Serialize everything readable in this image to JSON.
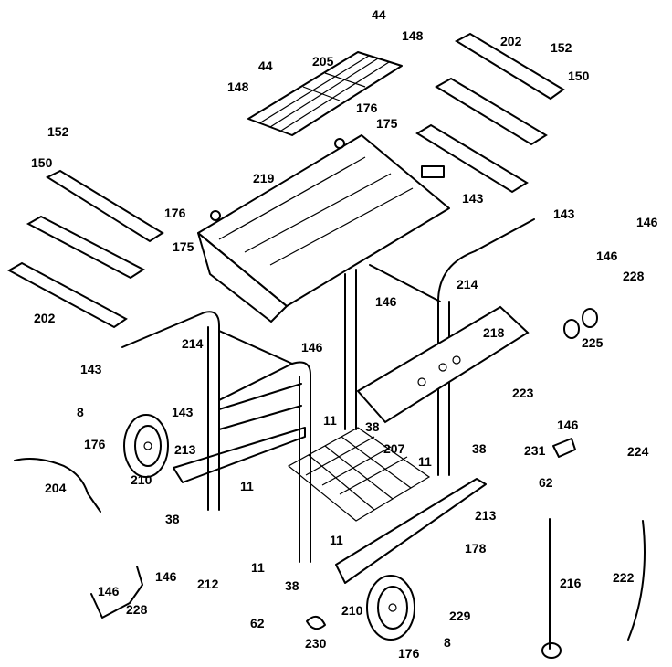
{
  "diagram": {
    "labels": [
      {
        "id": "l44a",
        "text": "44"
      },
      {
        "id": "l148a",
        "text": "148"
      },
      {
        "id": "l202a",
        "text": "202"
      },
      {
        "id": "l152a",
        "text": "152"
      },
      {
        "id": "l150a",
        "text": "150"
      },
      {
        "id": "l44b",
        "text": "44"
      },
      {
        "id": "l205",
        "text": "205"
      },
      {
        "id": "l148b",
        "text": "148"
      },
      {
        "id": "l176a",
        "text": "176"
      },
      {
        "id": "l175a",
        "text": "175"
      },
      {
        "id": "l152b",
        "text": "152"
      },
      {
        "id": "l150b",
        "text": "150"
      },
      {
        "id": "l219",
        "text": "219"
      },
      {
        "id": "l143a",
        "text": "143"
      },
      {
        "id": "l176b",
        "text": "176"
      },
      {
        "id": "l143b",
        "text": "143"
      },
      {
        "id": "l146a",
        "text": "146"
      },
      {
        "id": "l175b",
        "text": "175"
      },
      {
        "id": "l146b",
        "text": "146"
      },
      {
        "id": "l228a",
        "text": "228"
      },
      {
        "id": "l214a",
        "text": "214"
      },
      {
        "id": "l146c",
        "text": "146"
      },
      {
        "id": "l202b",
        "text": "202"
      },
      {
        "id": "l218",
        "text": "218"
      },
      {
        "id": "l225",
        "text": "225"
      },
      {
        "id": "l214b",
        "text": "214"
      },
      {
        "id": "l146d",
        "text": "146"
      },
      {
        "id": "l143c",
        "text": "143"
      },
      {
        "id": "l223",
        "text": "223"
      },
      {
        "id": "l8a",
        "text": "8"
      },
      {
        "id": "l143d",
        "text": "143"
      },
      {
        "id": "l11a",
        "text": "11"
      },
      {
        "id": "l38a",
        "text": "38"
      },
      {
        "id": "l146e",
        "text": "146"
      },
      {
        "id": "l176c",
        "text": "176"
      },
      {
        "id": "l213a",
        "text": "213"
      },
      {
        "id": "l207",
        "text": "207"
      },
      {
        "id": "l11b",
        "text": "11"
      },
      {
        "id": "l38b",
        "text": "38"
      },
      {
        "id": "l231",
        "text": "231"
      },
      {
        "id": "l224",
        "text": "224"
      },
      {
        "id": "l210a",
        "text": "210"
      },
      {
        "id": "l204",
        "text": "204"
      },
      {
        "id": "l11c",
        "text": "11"
      },
      {
        "id": "l62a",
        "text": "62"
      },
      {
        "id": "l38c",
        "text": "38"
      },
      {
        "id": "l213b",
        "text": "213"
      },
      {
        "id": "l11d",
        "text": "11"
      },
      {
        "id": "l178",
        "text": "178"
      },
      {
        "id": "l146f",
        "text": "146"
      },
      {
        "id": "l146g",
        "text": "146"
      },
      {
        "id": "l11e",
        "text": "11"
      },
      {
        "id": "l212",
        "text": "212"
      },
      {
        "id": "l38d",
        "text": "38"
      },
      {
        "id": "l216",
        "text": "216"
      },
      {
        "id": "l222",
        "text": "222"
      },
      {
        "id": "l228b",
        "text": "228"
      },
      {
        "id": "l210b",
        "text": "210"
      },
      {
        "id": "l229",
        "text": "229"
      },
      {
        "id": "l62b",
        "text": "62"
      },
      {
        "id": "l230",
        "text": "230"
      },
      {
        "id": "l176d",
        "text": "176"
      },
      {
        "id": "l8b",
        "text": "8"
      }
    ]
  }
}
